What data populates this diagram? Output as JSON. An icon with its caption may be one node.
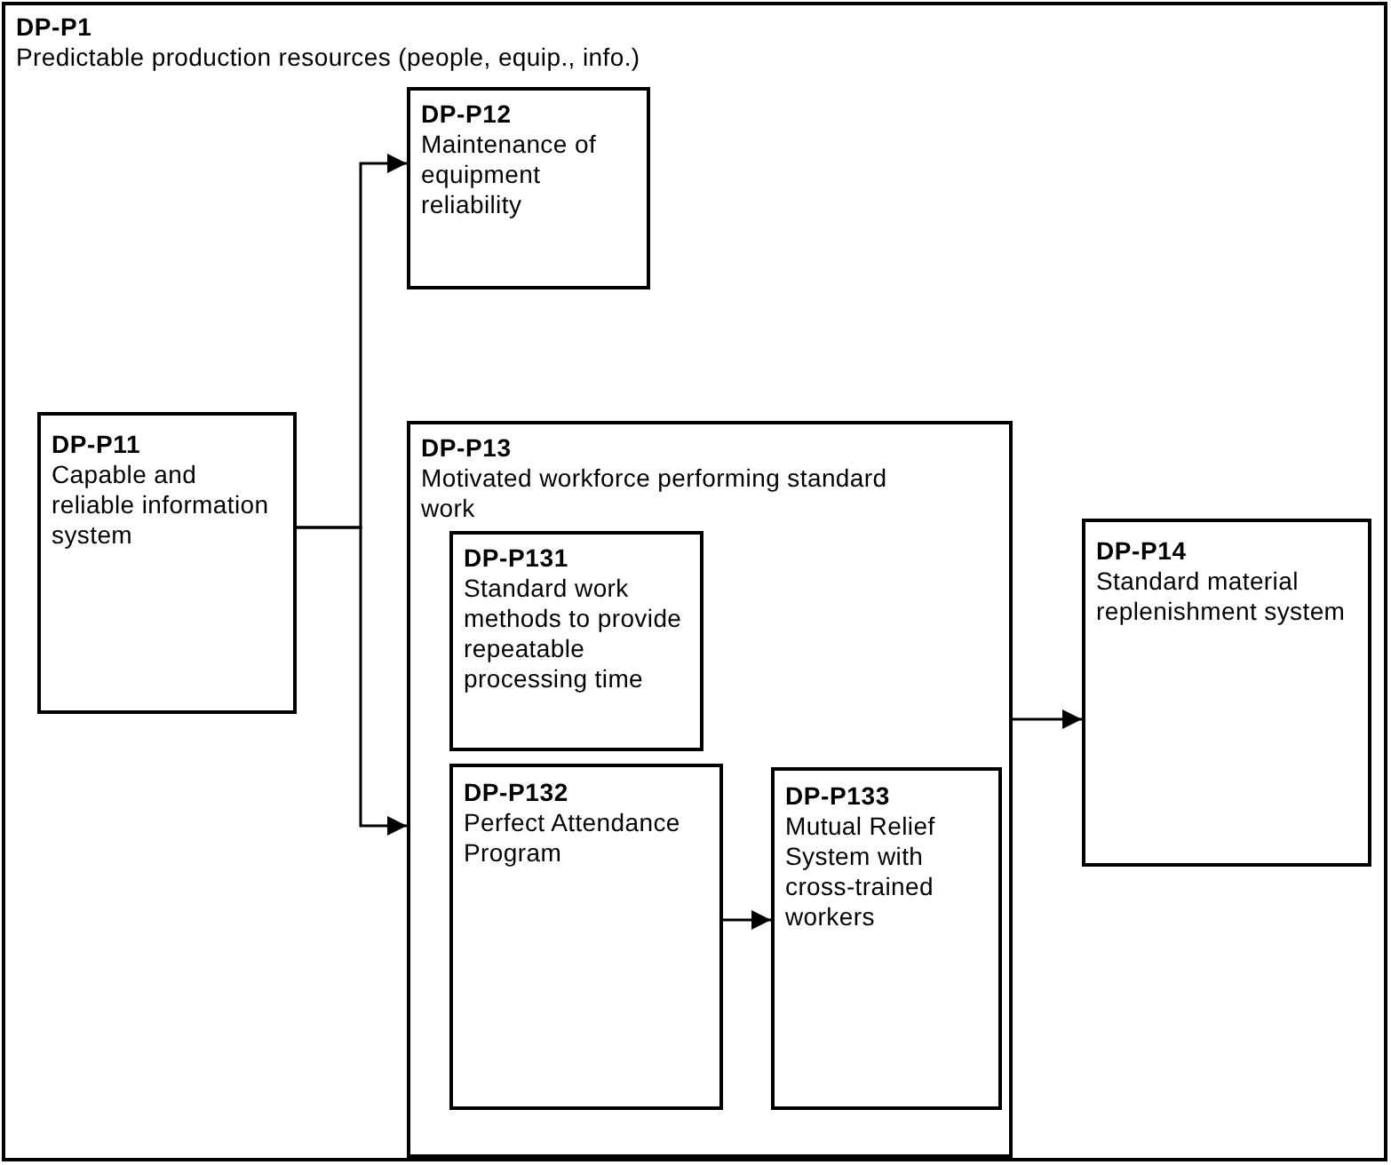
{
  "diagram": {
    "nodes": [
      {
        "text": [
          "DP-P1",
          "Predictable production resources (people, equip., info.)"
        ]
      },
      {
        "text": [
          "DP-P12",
          "Maintenance of equipment reliability"
        ],
        "in": 0
      },
      {
        "text": [
          "DP-P11",
          "Capable and reliable information system"
        ],
        "in": 0
      },
      {
        "text": [
          "DP-P13",
          "Motivated workforce performing standard work"
        ],
        "in": 0
      },
      {
        "text": [
          "DP-P131",
          "Standard work methods to provide repeatable processing time"
        ],
        "in": 3
      },
      {
        "text": [
          "DP-P132",
          "Perfect Attendance Program"
        ],
        "in": 3
      },
      {
        "text": [
          "DP-P133",
          "Mutual Relief System with cross-trained workers"
        ],
        "in": 3
      },
      {
        "text": [
          "DP-P14",
          "Standard material replenishment system"
        ],
        "in": 0
      }
    ],
    "edges": [
      {
        "from": 2,
        "to": 1,
        "arrow": "to"
      },
      {
        "from": 2,
        "to": 3,
        "arrow": "to"
      },
      {
        "from": 3,
        "to": 7,
        "arrow": "to"
      },
      {
        "from": 5,
        "to": 6,
        "arrow": "to"
      }
    ]
  }
}
